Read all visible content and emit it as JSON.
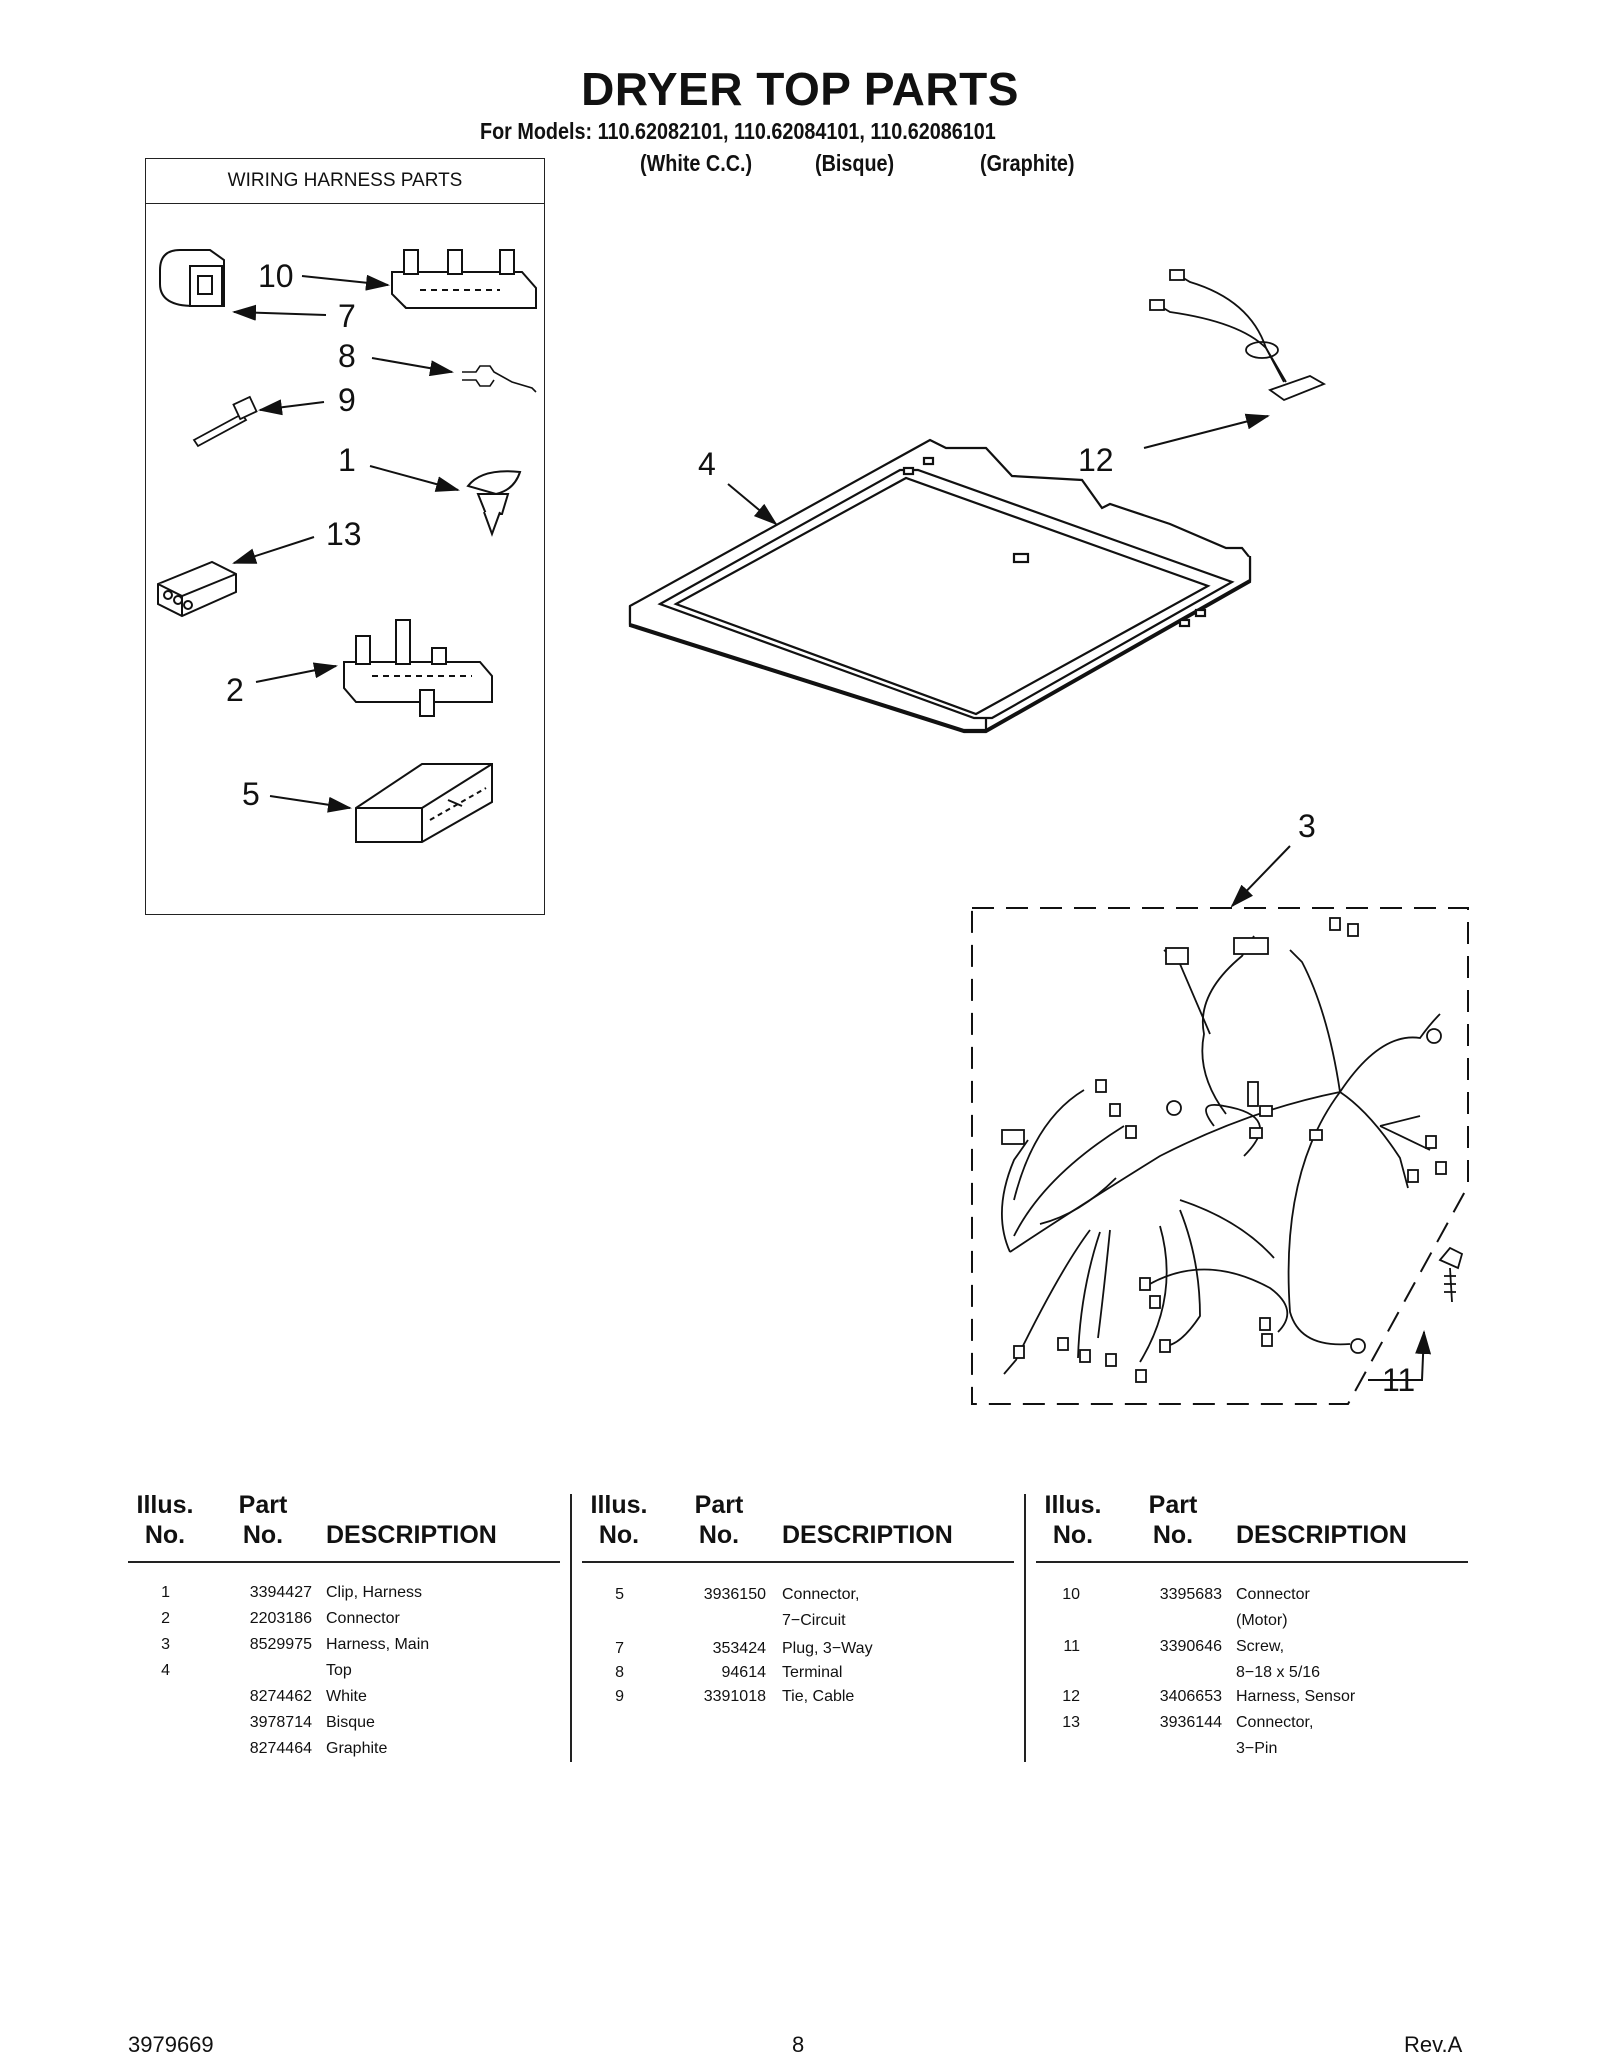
{
  "header": {
    "title": "DRYER TOP PARTS",
    "models_line": "For Models: 110.62082101, 110.62084101, 110.62086101",
    "variants": [
      "(White C.C.)",
      "(Bisque)",
      "(Graphite)"
    ]
  },
  "inset": {
    "title": "WIRING HARNESS PARTS"
  },
  "callouts": {
    "c10": "10",
    "c7": "7",
    "c8": "8",
    "c9": "9",
    "c1": "1",
    "c13": "13",
    "c2": "2",
    "c5": "5",
    "c4": "4",
    "c12": "12",
    "c3": "3",
    "c11": "11"
  },
  "table": {
    "headers": {
      "illus_line1": "Illus.",
      "illus_line2": "No.",
      "part_line1": "Part",
      "part_line2": "No.",
      "description": "DESCRIPTION"
    },
    "columns": [
      {
        "rows": [
          {
            "illus": "1",
            "part": "3394427",
            "desc": "Clip, Harness"
          },
          {
            "illus": "2",
            "part": "2203186",
            "desc": "Connector"
          },
          {
            "illus": "3",
            "part": "8529975",
            "desc": "Harness, Main"
          },
          {
            "illus": "4",
            "part": "",
            "desc": "Top"
          },
          {
            "illus": "",
            "part": "8274462",
            "desc": "White"
          },
          {
            "illus": "",
            "part": "3978714",
            "desc": "Bisque"
          },
          {
            "illus": "",
            "part": "8274464",
            "desc": "Graphite"
          }
        ]
      },
      {
        "rows": [
          {
            "illus": "5",
            "part": "3936150",
            "desc": "Connector,"
          },
          {
            "illus": "",
            "part": "",
            "desc": "7−Circuit"
          },
          {
            "illus": "7",
            "part": "353424",
            "desc": "Plug, 3−Way"
          },
          {
            "illus": "8",
            "part": "94614",
            "desc": "Terminal"
          },
          {
            "illus": "9",
            "part": "3391018",
            "desc": "Tie, Cable"
          }
        ]
      },
      {
        "rows": [
          {
            "illus": "10",
            "part": "3395683",
            "desc": "Connector"
          },
          {
            "illus": "",
            "part": "",
            "desc": "(Motor)"
          },
          {
            "illus": "11",
            "part": "3390646",
            "desc": "Screw,"
          },
          {
            "illus": "",
            "part": "",
            "desc": "8−18 x 5/16"
          },
          {
            "illus": "12",
            "part": "3406653",
            "desc": "Harness, Sensor"
          },
          {
            "illus": "13",
            "part": "3936144",
            "desc": "Connector,"
          },
          {
            "illus": "",
            "part": "",
            "desc": "3−Pin"
          }
        ]
      }
    ]
  },
  "footer": {
    "doc_number": "3979669",
    "page_number": "8",
    "revision": "Rev.A"
  }
}
